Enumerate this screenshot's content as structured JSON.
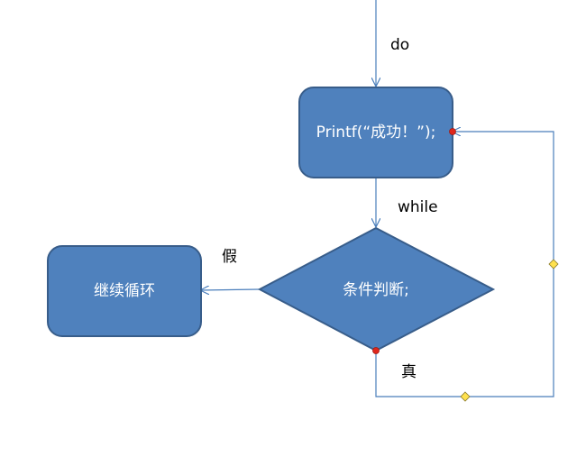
{
  "colors": {
    "node_fill": "#4f81bd",
    "node_stroke": "#385d8a",
    "node_text": "#ffffff",
    "edge": "#4a7ebb",
    "label_text": "#000000",
    "endpoint_red": "#e0261b",
    "handle_yellow": "#ffe14d"
  },
  "nodes": {
    "printf": {
      "label": "Printf(“成功！”);"
    },
    "condition": {
      "label": "条件判断;"
    },
    "continue": {
      "label": "继续循环"
    }
  },
  "edges": {
    "do": "do",
    "while": "while",
    "false": "假",
    "true": "真"
  }
}
